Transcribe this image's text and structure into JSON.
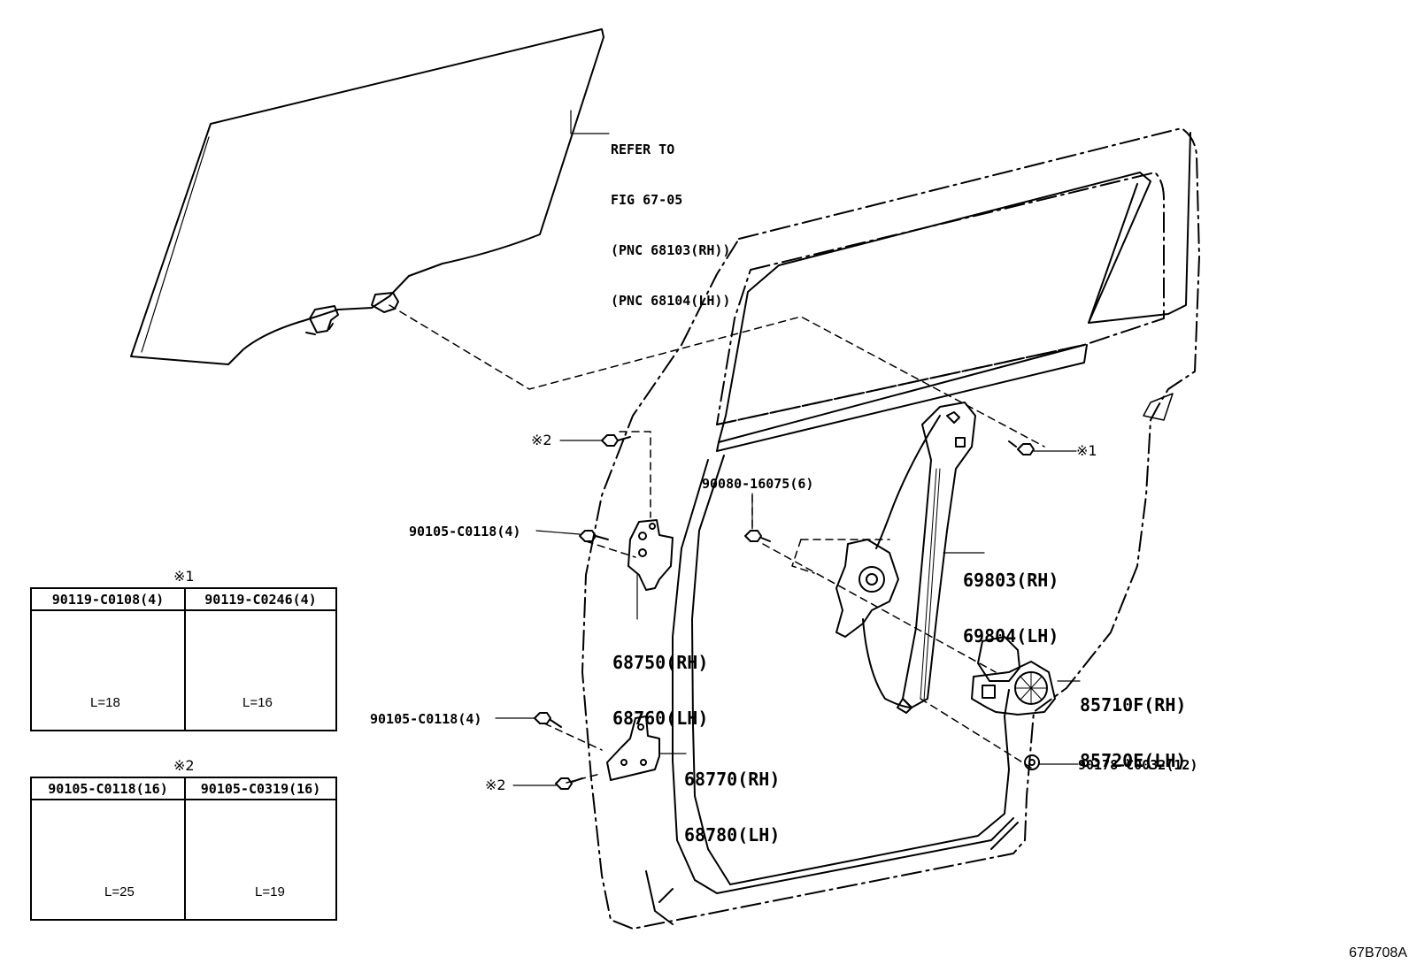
{
  "glass_reference": {
    "line1": "REFER TO",
    "line2": "FIG 67-05",
    "line3": "(PNC 68103(RH))",
    "line4": "(PNC 68104(LH))"
  },
  "callouts": {
    "mark2_top": "※2",
    "mark2_bottom": "※2",
    "mark1_right": "※1",
    "bolt_upper_hinge": "90105-C0118(4)",
    "bolt_lower_hinge": "90105-C0118(4)",
    "bolt_regulator": "90080-16075(6)",
    "nut_regulator": "90178-C0032(12)"
  },
  "parts": {
    "upper_hinge_rh": "68750(RH)",
    "upper_hinge_lh": "68760(LH)",
    "lower_hinge_rh": "68770(RH)",
    "lower_hinge_lh": "68780(LH)",
    "regulator_rh": "69803(RH)",
    "regulator_lh": "69804(LH)",
    "motor_rh": "85710F(RH)",
    "motor_lh": "85720E(LH)"
  },
  "table1": {
    "mark": "※1",
    "col1_header": "90119-C0108(4)",
    "col2_header": "90119-C0246(4)",
    "col1_length": "L=18",
    "col2_length": "L=16"
  },
  "table2": {
    "mark": "※2",
    "col1_header": "90105-C0118(16)",
    "col2_header": "90105-C0319(16)",
    "col1_length": "L=25",
    "col2_length": "L=19"
  },
  "figure_code": "67B708A"
}
